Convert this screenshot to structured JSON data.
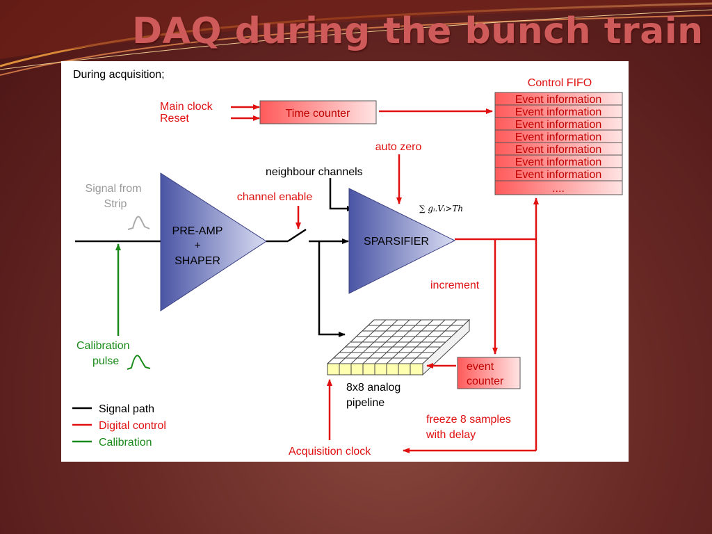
{
  "slide": {
    "title": "DAQ during the bunch train"
  },
  "diagram": {
    "heading": "During acquisition;",
    "main_clock": "Main clock",
    "reset": "Reset",
    "time_counter": "Time counter",
    "control_fifo_title": "Control FIFO",
    "fifo_rows": [
      "Event information",
      "Event information",
      "Event information",
      "Event information",
      "Event information",
      "Event information",
      "Event information",
      "...."
    ],
    "auto_zero": "auto zero",
    "neighbour_channels": "neighbour channels",
    "signal_from_strip": [
      "Signal from",
      "Strip"
    ],
    "channel_enable": "channel enable",
    "preamp_lines": [
      "PRE-AMP",
      "+",
      "SHAPER"
    ],
    "sparsifier": "SPARSIFIER",
    "threshold_formula": "∑ gᵢ.Vᵢ>Th",
    "increment": "increment",
    "calibration_pulse": [
      "Calibration",
      "pulse"
    ],
    "event_counter": [
      "event",
      "counter"
    ],
    "pipeline_label": [
      "8x8 analog",
      "pipeline"
    ],
    "freeze_label": [
      "freeze 8 samples",
      "with delay"
    ],
    "acquisition_clock": "Acquisition clock",
    "legend": [
      {
        "label": "Signal path",
        "color": "#000000"
      },
      {
        "label": "Digital control",
        "color": "#e01010"
      },
      {
        "label": "Calibration",
        "color": "#1a8a1a"
      }
    ]
  },
  "colors": {
    "digital": "#e01010",
    "signal": "#000000",
    "calibration": "#1a8a1a",
    "amplifier_fill_dark": "#4a55a5",
    "amplifier_fill_light": "#d8dcf2",
    "title": "#cf5a5a"
  }
}
